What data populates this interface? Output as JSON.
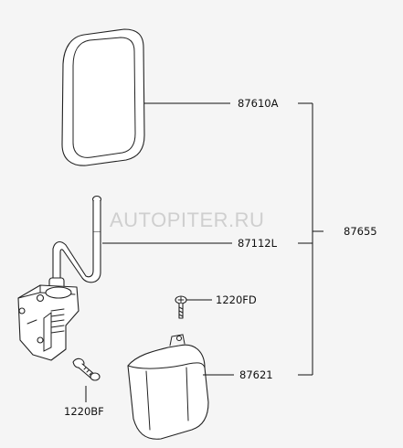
{
  "watermark": "AUTOPITER.RU",
  "parts": {
    "mirror_glass": "87610A",
    "mirror_arm": "87112L",
    "mirror_assy": "87655",
    "screw_top": "1220FD",
    "cover": "87621",
    "screw_bottom": "1220BF"
  }
}
